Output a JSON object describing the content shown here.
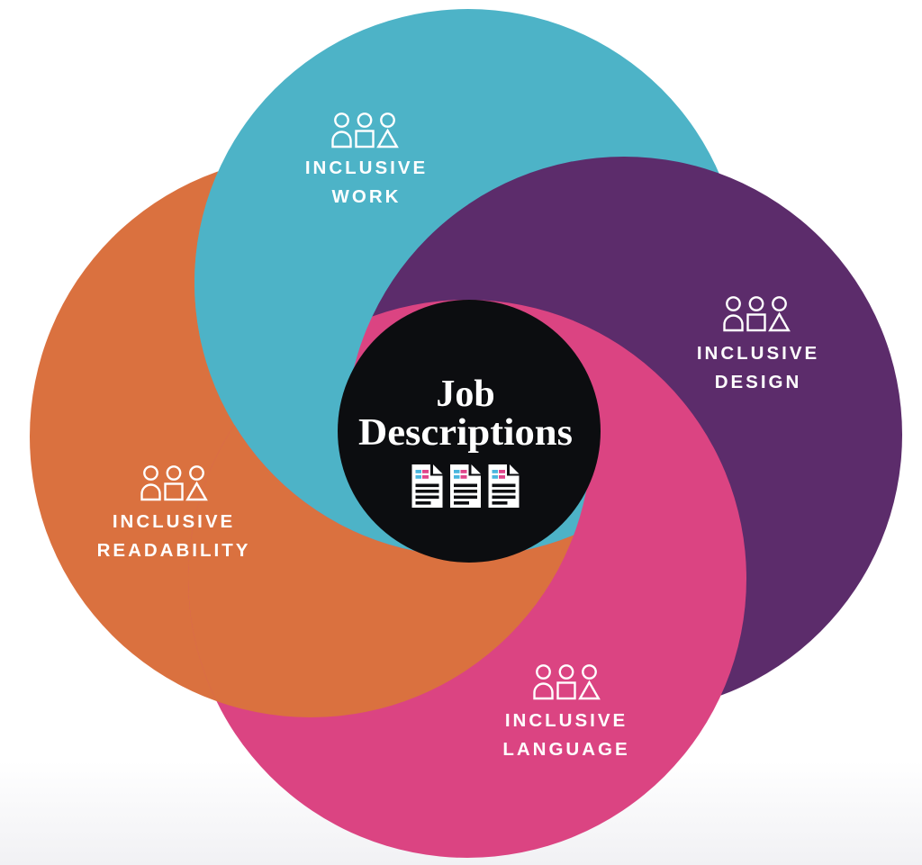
{
  "diagram": {
    "title": {
      "line1": "Job",
      "line2": "Descriptions"
    },
    "center": {
      "color": "#0c0d10",
      "icon": "document-icon",
      "document_count": 3
    },
    "rings": [
      {
        "name": "inclusive-work",
        "line1": "INCLUSIVE",
        "line2": "WORK",
        "color": "#4db3c7",
        "position": "top",
        "icon": "people-group-icon"
      },
      {
        "name": "inclusive-design",
        "line1": "INCLUSIVE",
        "line2": "DESIGN",
        "color": "#5c2c6b",
        "position": "right",
        "icon": "people-group-icon"
      },
      {
        "name": "inclusive-language",
        "line1": "INCLUSIVE",
        "line2": "LANGUAGE",
        "color": "#db4482",
        "position": "bottom",
        "icon": "people-group-icon"
      },
      {
        "name": "inclusive-readability",
        "line1": "INCLUSIVE",
        "line2": "READABILITY",
        "color": "#da713f",
        "position": "left",
        "icon": "people-group-icon"
      }
    ],
    "doc_icon": {
      "page_color": "#ffffff",
      "bar_cyan": "#49b6de",
      "bar_pink": "#e0468b",
      "line_color": "#0c0d10"
    },
    "label_color": "#ffffff"
  }
}
